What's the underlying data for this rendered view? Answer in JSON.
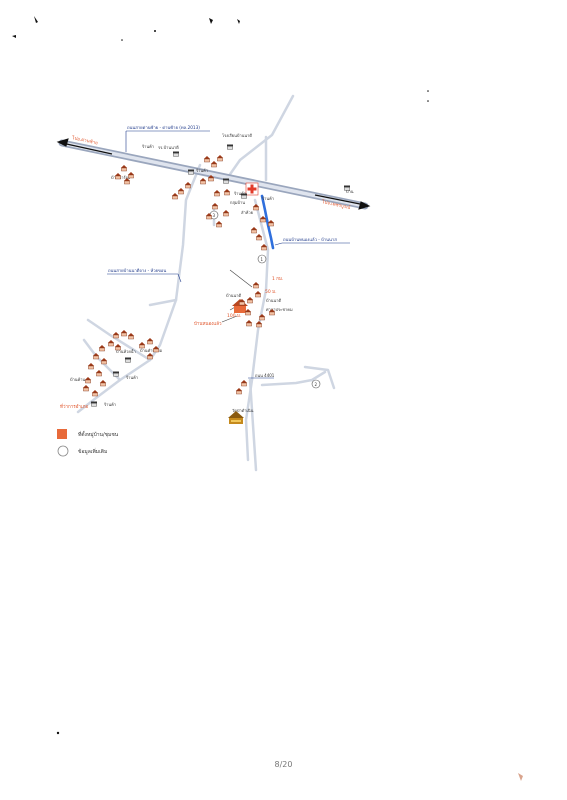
{
  "map": {
    "road_labels": {
      "highway_left_destination": "ไปอ.ด่านซ้าย",
      "highway_right_destination": "ไปจ.เพชรบูรณ์",
      "highway_name": "ถนนสายด่านซ้าย - ด่านซ้าย (ทล.2013)",
      "local_road_west": "ถนนสายบ้านนาดีจาง - ห้วยขอน",
      "local_road_east": "ถนนบ้านหนองแล้ว - บ้านนาส",
      "road_number": "ถนน 4401"
    },
    "place_labels": {
      "north_place": "โรงเรียนบ้านนาดี",
      "west_village": "บ้านนาร้อย",
      "west_shop": "ร้านค้า",
      "junction_shop": "ร้านค้า",
      "east_shop": "ร้านค้า",
      "central_shop": "ร้านค้า",
      "north_school": "รร.บ้านนาดี",
      "central_label": "กลุ่มบ้าน",
      "stream_label": "ลำห้วย",
      "village_center": "บ้านนาดี",
      "temple_label": "วัดป่าดำเนิน",
      "south_village": "บ้านหนองแล้ว",
      "sw_label_1": "บ้านห้วยน้ำ",
      "sw_label_2": "ร้านค้า",
      "sw_label_3": "บ้านคำป่าก่อ",
      "sw_label_4": "บ้านค้าน",
      "sw_label_5": "ที่ว่าการอำเภอ",
      "village_building_1": "บ้านนาดี",
      "village_building_2": "ศาลาประชาคม",
      "distance_1": "1 กม.",
      "distance_2": "100 ม.",
      "distance_3": "50 ม.",
      "far_east": "บ้าน"
    },
    "markers": {
      "marker_1": "1",
      "marker_2": "2",
      "marker_3": "3"
    },
    "legend": [
      {
        "label": "ที่ตั้งหมู่บ้าน/ชุมชน",
        "symbol": "square",
        "color": "#e86a3a"
      },
      {
        "label": "ข้อมูลเพิ่มเติม",
        "symbol": "circle",
        "color": "#ffffff"
      }
    ],
    "colors": {
      "road": "#cfd6e2",
      "highway": "#9aa6bd",
      "stream": "#2f6fdd",
      "arrow": "#111111",
      "label_red": "#e0552b",
      "hospital": "#e23b2a"
    },
    "icons": [
      "house-icon",
      "shop-icon",
      "hospital-icon",
      "temple-icon",
      "compass-icon"
    ]
  },
  "page": {
    "number": "8/20"
  }
}
